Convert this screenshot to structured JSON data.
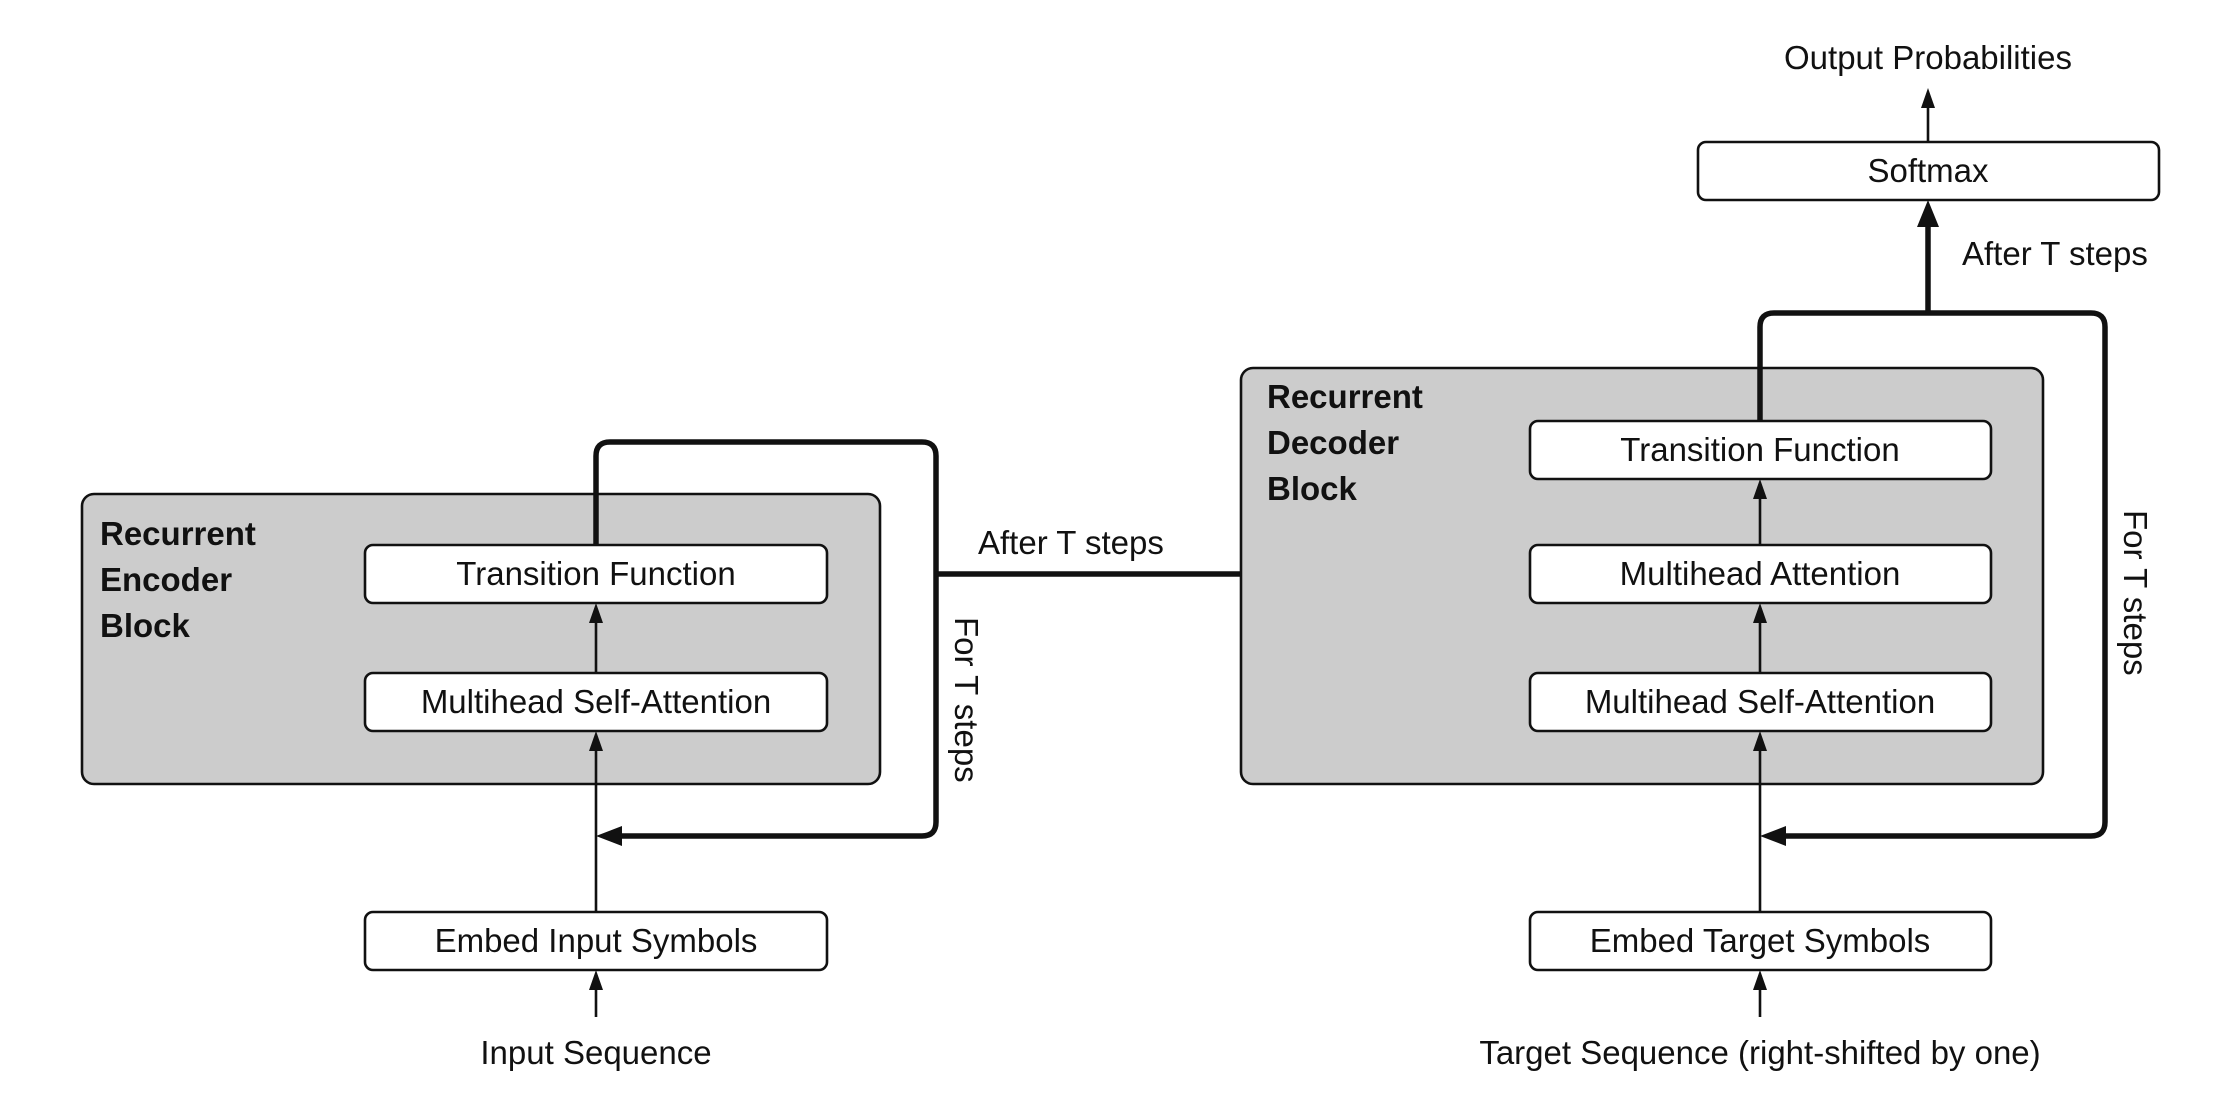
{
  "encoder": {
    "block_title": [
      "Recurrent",
      "Encoder",
      "Block"
    ],
    "transition": "Transition Function",
    "self_attention": "Multihead Self-Attention",
    "embed": "Embed Input Symbols",
    "input": "Input Sequence",
    "loop_label": "For T steps"
  },
  "decoder": {
    "block_title": [
      "Recurrent",
      "Decoder",
      "Block"
    ],
    "transition": "Transition Function",
    "attention": "Multihead Attention",
    "self_attention": "Multihead Self-Attention",
    "embed": "Embed Target Symbols",
    "input": "Target Sequence (right-shifted by one)",
    "loop_label": "For T steps"
  },
  "connector_label": "After T steps",
  "output": {
    "after_label": "After T steps",
    "softmax": "Softmax",
    "probabilities": "Output Probabilities"
  }
}
